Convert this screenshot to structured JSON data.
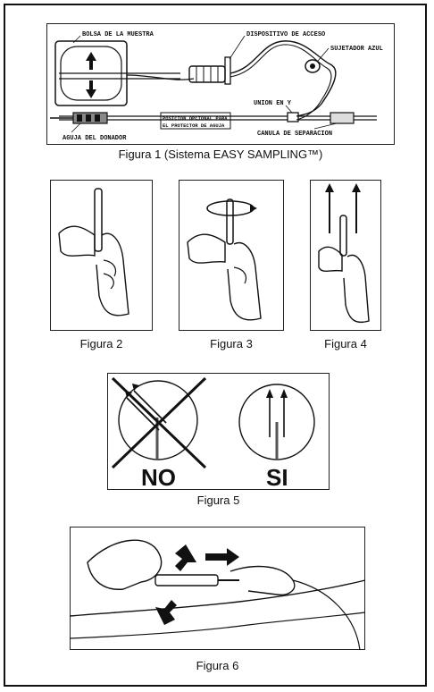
{
  "figure1": {
    "caption": "Figura 1 (Sistema EASY SAMPLING™)",
    "labels": {
      "bag": "BOLSA DE LA MUESTRA",
      "access": "DISPOSITIVO DE ACCESO",
      "clamp": "SUJETADOR AZUL",
      "y_union": "UNION EN Y",
      "needle": "AGUJA DEL DONADOR",
      "separation": "CANULA DE SEPARACION",
      "optional_line1": "POSICION OPCIONAL PARA",
      "optional_line2": "EL PROTECTOR DE AGUJA"
    }
  },
  "figure2": {
    "caption": "Figura 2"
  },
  "figure3": {
    "caption": "Figura 3"
  },
  "figure4": {
    "caption": "Figura 4"
  },
  "figure5": {
    "caption": "Figura 5",
    "no_label": "NO",
    "si_label": "SI"
  },
  "figure6": {
    "caption": "Figura 6"
  }
}
